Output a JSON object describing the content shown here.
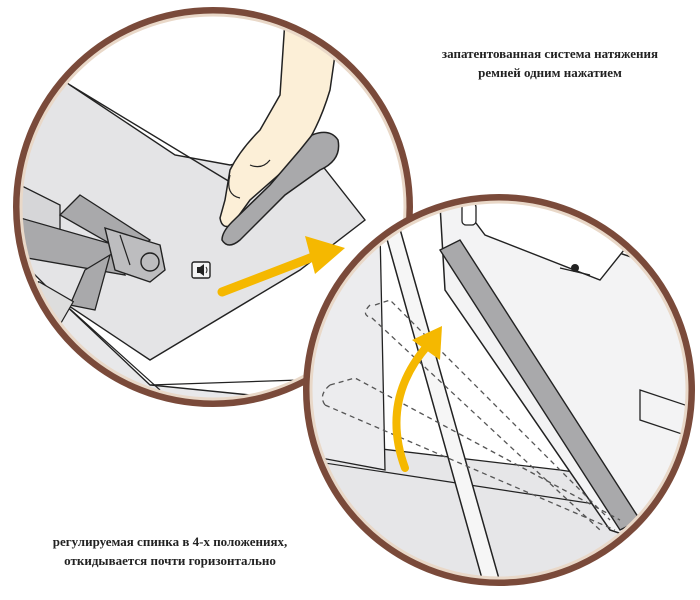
{
  "captions": {
    "belt_system_line1": "запатентованная система натяжения",
    "belt_system_line2": "ремней одним нажатием",
    "backrest_line1": "регулируемая спинка в 4-х положениях,",
    "backrest_line2": "откидывается почти горизонтально"
  },
  "colors": {
    "ring_outer": "#7a4a3a",
    "ring_inner": "#e9d8c8",
    "arrow_accent": "#f5b800",
    "fabric_gray": "#e4e4e6",
    "strap_gray": "#a9a9ab",
    "skin": "#fcefd7",
    "line": "#222222"
  },
  "icons": {
    "belt_release_button": "speaker-glyph-icon"
  }
}
